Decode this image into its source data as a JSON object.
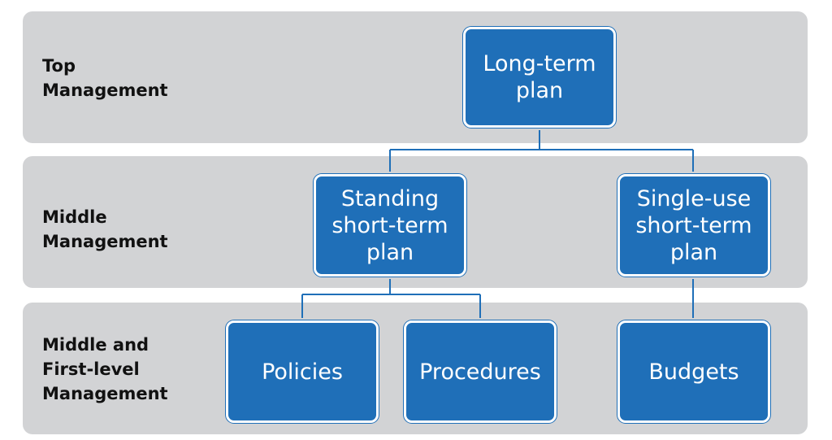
{
  "levels": {
    "top": "Top\nManagement",
    "middle": "Middle\nManagement",
    "lower": "Middle and\nFirst-level\nManagement"
  },
  "nodes": {
    "long_term": "Long-term\nplan",
    "standing": "Standing\nshort-term\nplan",
    "single_use": "Single-use\nshort-term\nplan",
    "policies": "Policies",
    "procedures": "Procedures",
    "budgets": "Budgets"
  },
  "colors": {
    "band": "#d2d3d5",
    "node": "#1f6fb8",
    "node_text": "#ffffff",
    "label_text": "#111111"
  }
}
